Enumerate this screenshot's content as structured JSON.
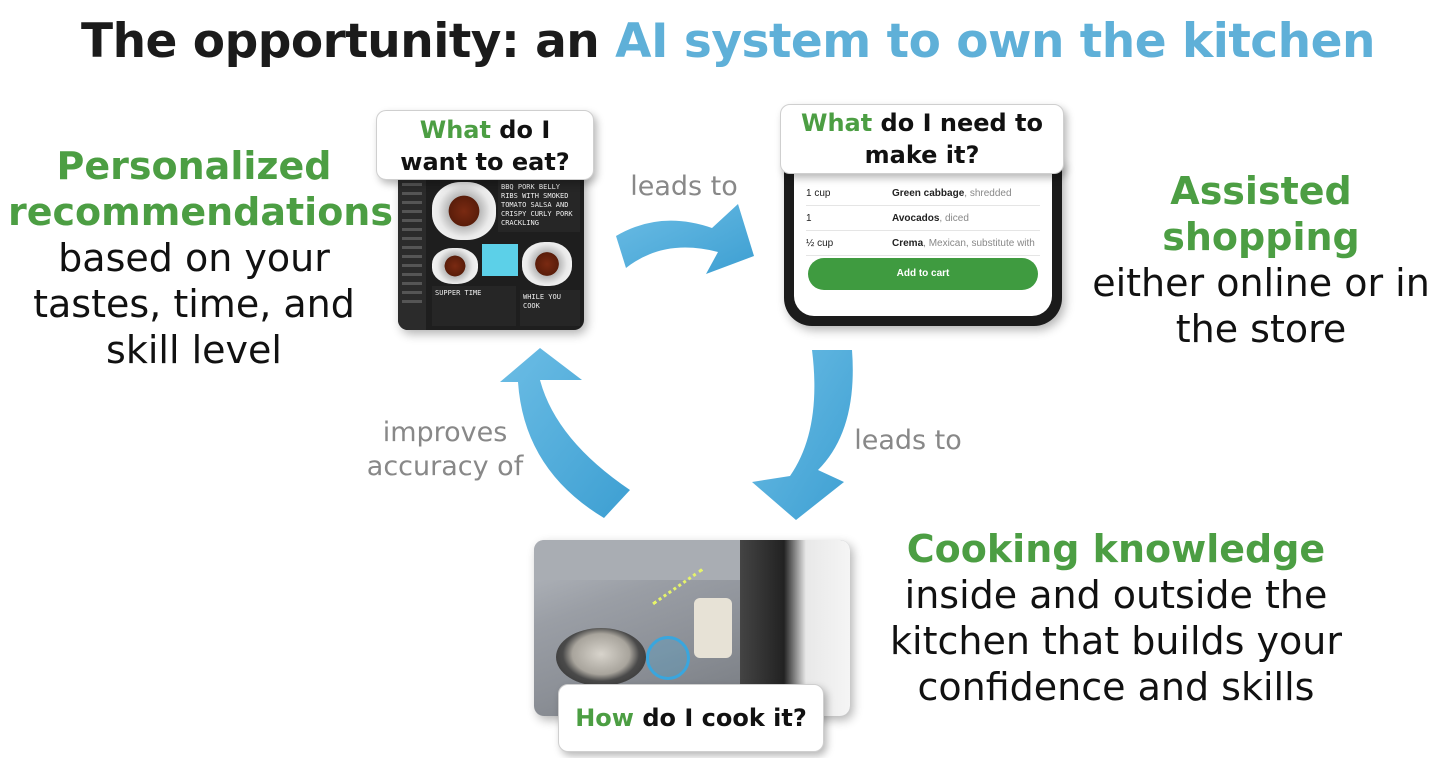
{
  "title": {
    "prefix": "The opportunity: an ",
    "highlight": "AI system to own the kitchen"
  },
  "colors": {
    "green": "#4c9e43",
    "blue": "#5fb0d8",
    "arrow": "#4aa8d8",
    "gray": "#888888"
  },
  "left_block": {
    "heading_line1": "Personalized",
    "heading_line2": "recommendations",
    "body_lines": [
      "based on your",
      "tastes, time, and",
      "skill level"
    ]
  },
  "right_block": {
    "heading": "Assisted shopping",
    "body_lines": [
      "either online or in",
      "the store"
    ]
  },
  "bottom_block": {
    "heading": "Cooking knowledge",
    "body_lines": [
      "inside and outside the",
      "kitchen that builds your",
      "confidence and skills"
    ]
  },
  "cards": {
    "eat": {
      "green": "What",
      "rest1": " do I",
      "line2": "want to eat?"
    },
    "need": {
      "green": "What",
      "rest1": " do I need to",
      "line2": "make it?"
    },
    "cook": {
      "green": "How",
      "rest": " do I cook it?"
    }
  },
  "connectors": {
    "top": "leads to",
    "right": "leads to",
    "left_line1": "improves",
    "left_line2": "accuracy of"
  },
  "app_screen": {
    "headline": "BBQ PORK BELLY RIBS WITH SMOKED TOMATO SALSA AND CRISPY CURLY PORK CRACKLING",
    "section": "SUPPER TIME",
    "side": "WHILE YOU COOK"
  },
  "phone": {
    "rows": [
      {
        "qty": "1 cup",
        "item": "Green cabbage",
        "note": ", shredded"
      },
      {
        "qty": "1",
        "item": "Avocados",
        "note": ", diced"
      },
      {
        "qty": "½ cup",
        "item": "Crema",
        "note": ", Mexican, substitute with"
      }
    ],
    "button": "Add to cart"
  },
  "icons": [
    "arrow-curved-right-icon",
    "arrow-curved-down-icon",
    "arrow-curved-up-icon"
  ]
}
